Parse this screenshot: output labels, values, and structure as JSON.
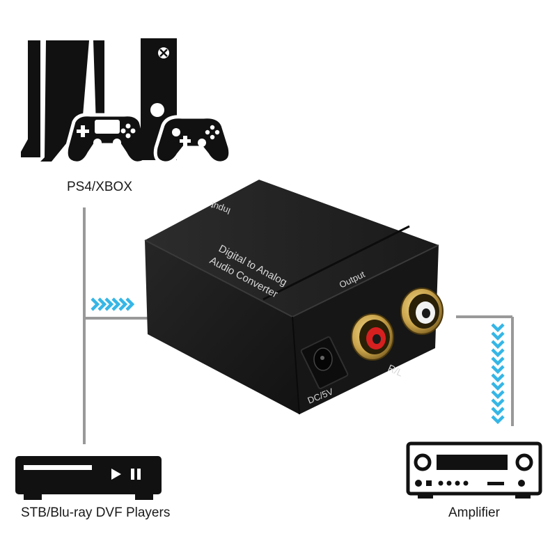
{
  "sources": {
    "console_label": "PS4/XBOX",
    "player_label": "STB/Blu-ray DVF Players"
  },
  "output_target": {
    "label": "Amplifier"
  },
  "device": {
    "top_label": "Input",
    "front_title_line1": "Digital  to Analog",
    "front_title_line2": "Audio Converter",
    "output_label": "Output",
    "channel_label": "R/L",
    "power_label": "DC/5V"
  },
  "colors": {
    "icon": "#111111",
    "line": "#999999",
    "arrow": "#35b6e6",
    "device_body": "#1e1e1e",
    "rca_red": "#d62020",
    "rca_white": "#f2f2f2",
    "gold": "#c8a24a"
  }
}
